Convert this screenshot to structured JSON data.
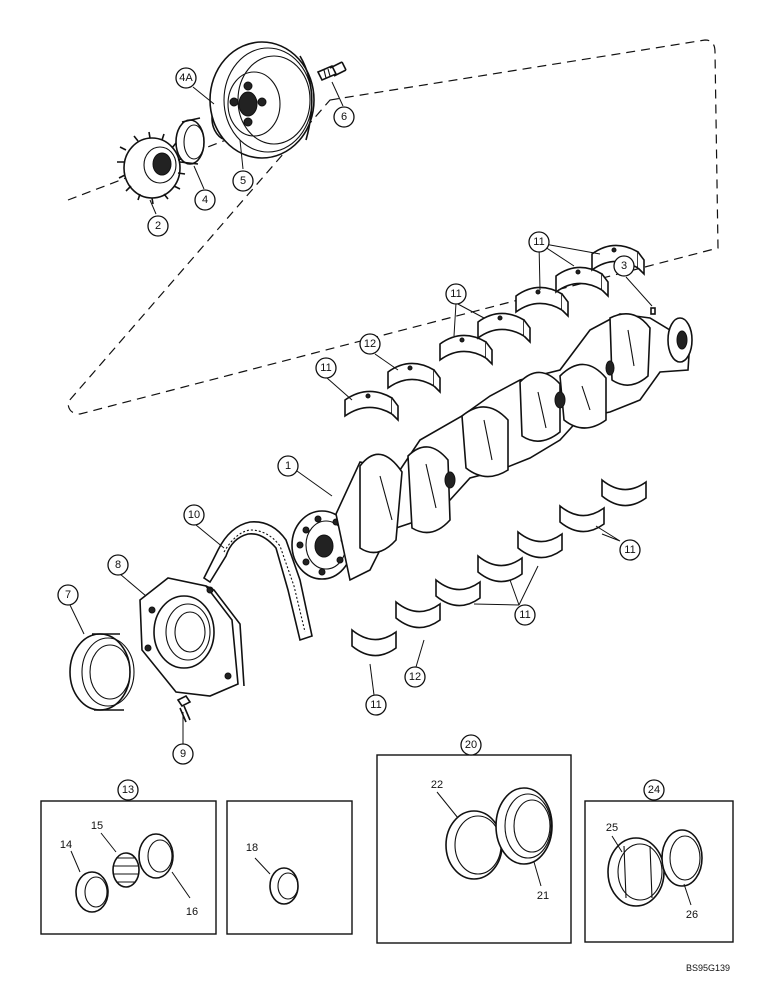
{
  "diagram": {
    "reference_code": "BS95G139",
    "callouts": {
      "c1": "1",
      "c2": "2",
      "c3": "3",
      "c4": "4",
      "c4a": "4A",
      "c5": "5",
      "c6": "6",
      "c7": "7",
      "c8": "8",
      "c9": "9",
      "c10": "10",
      "c11a": "11",
      "c11b": "11",
      "c11c": "11",
      "c11d": "11",
      "c11e": "11",
      "c11f": "11",
      "c12a": "12",
      "c12b": "12",
      "c13": "13",
      "c14": "14",
      "c15": "15",
      "c16": "16",
      "c18": "18",
      "c20": "20",
      "c21": "21",
      "c22": "22",
      "c24": "24",
      "c25": "25",
      "c26": "26"
    }
  }
}
